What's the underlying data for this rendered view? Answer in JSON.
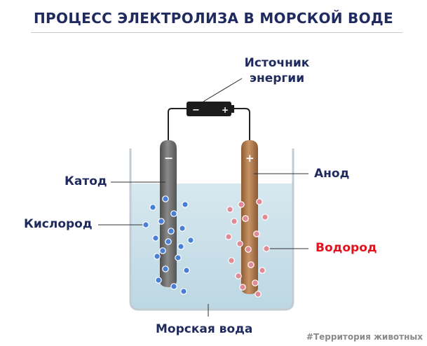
{
  "title": "ПРОЦЕСС ЭЛЕКТРОЛИЗА В МОРСКОЙ ВОДЕ",
  "labels": {
    "source_line1": "Источник",
    "source_line2": "энергии",
    "cathode": "Катод",
    "anode": "Анод",
    "oxygen": "Кислород",
    "hydrogen": "Водород",
    "seawater": "Морская вода"
  },
  "battery": {
    "minus": "−",
    "plus": "+"
  },
  "electrodes": {
    "cathode_sign": "−",
    "anode_sign": "+"
  },
  "watermark": "#Территория животных",
  "colors": {
    "text": "#1f2a5e",
    "hydrogen_label": "#e0141e",
    "water": "#c9e0ea",
    "cathode": "#6e6e6e",
    "anode": "#b07a4a",
    "oxygen_bubble": "#4a7fd6",
    "hydrogen_bubble": "#e08a96"
  }
}
